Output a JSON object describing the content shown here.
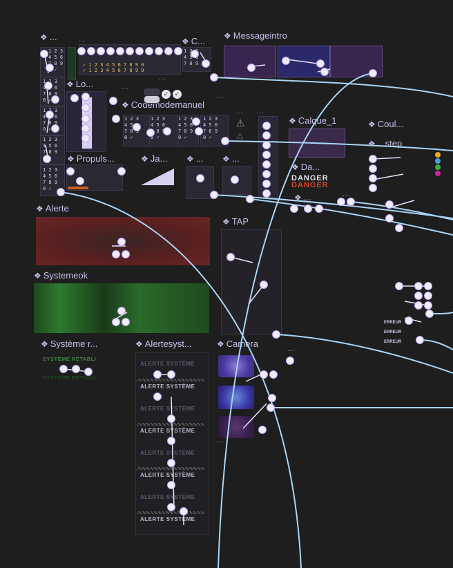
{
  "canvas": {
    "background": "#1e1e1e",
    "accent": "#b9a6f0",
    "wire_color": "#a8d4f5"
  },
  "frames": {
    "ellipsis1": "...",
    "lo": "Lo...",
    "c": "C...",
    "messageintro": "Messageintro",
    "codemodemanuel": "Codemodemanuel",
    "calque": "Calque_1",
    "coul": "Coul...",
    "step": "...step",
    "propuls": "Propuls...",
    "ja": "Ja...",
    "da": "Da...",
    "alerte": "Alerte",
    "tap": "TAP",
    "systemeok": "Systemeok",
    "systemer": "Système r...",
    "alertesyst": "Alertesyst...",
    "camera": "Camera"
  },
  "keypad": {
    "rows": [
      "1 2 3",
      "4 5 6",
      "7 8 9",
      "0 ✓"
    ],
    "code_row": "✓ 1 2 3 4 5 6 7 8 9 0"
  },
  "danger": {
    "line1": "DANGER",
    "line2": "DANGER"
  },
  "systeme_retabli": [
    "SYSTÈME RÉTABLI",
    "SYSTÈME RÉTABLI"
  ],
  "alerte_systeme": [
    "ALERTE SYSTÈME",
    "ALERTE SYSTÈME",
    "ALERTE SYSTÈME",
    "ALERTE SYSTÈME",
    "ALERTE SYSTÈME",
    "ALERTE SYSTÈME",
    "ALERTE SYSTÈME",
    "ALERTE SYSTÈME"
  ],
  "erreur": [
    "ERREUR",
    "ERREUR",
    "ERREUR"
  ],
  "swatch_colors": [
    "#f5a623",
    "#4a9fe0",
    "#3ab03a",
    "#d020a0"
  ],
  "ellipsis": "..."
}
